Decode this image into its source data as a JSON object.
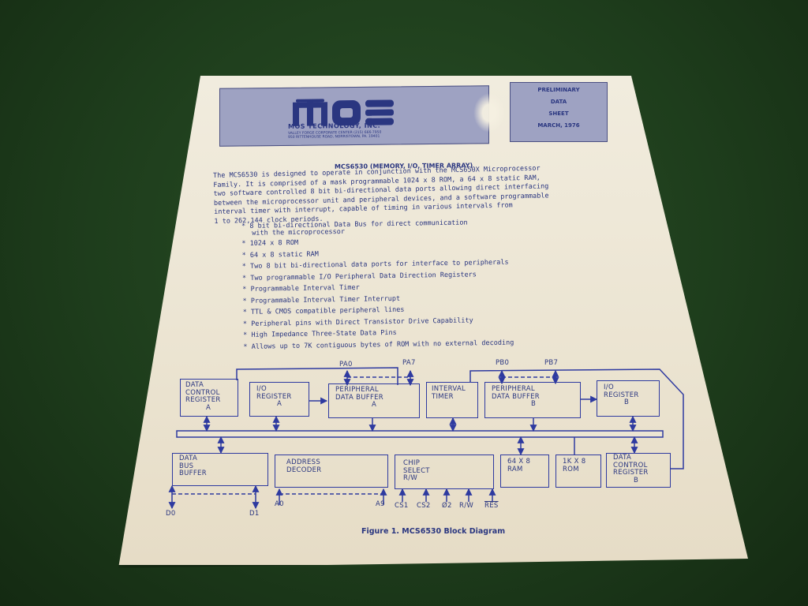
{
  "header": {
    "company": "MOS TECHNOLOGY, INC.",
    "address_lines": [
      "VALLEY FORGE CORPORATE CENTER (215) 666-7950",
      "950 RITTENHOUSE ROAD, NORRISTOWN, PA. 19401"
    ],
    "prelim_lines": [
      "PRELIMINARY",
      "DATA",
      "SHEET",
      "MARCH, 1976"
    ]
  },
  "doc_title": "MCS6530 (MEMORY, I/O, TIMER ARRAY)",
  "intro_lines": [
    "The MCS6530 is designed to operate in conjunction with the MCS650X Microprocessor",
    "Family.  It is comprised of a mask programmable 1024 x 8 ROM, a 64 x 8 static RAM,",
    "two software controlled 8 bit bi-directional data ports allowing direct interfacing",
    "between the microprocessor unit and peripheral devices, and a software programmable",
    "interval timer with interrupt, capable of timing in various intervals from",
    "1 to 262,144 clock periods."
  ],
  "features": [
    "* 8 bit bi-directional Data Bus for direct communication",
    "  with the microprocessor",
    "* 1024 x 8 ROM",
    "* 64 x 8 static RAM",
    "* Two 8 bit bi-directional data ports for interface to peripherals",
    "* Two programmable I/O Peripheral Data Direction Registers",
    "* Programmable Interval Timer",
    "* Programmable Interval Timer Interrupt",
    "* TTL & CMOS compatible peripheral lines",
    "* Peripheral pins with Direct Transistor Drive Capability",
    "* High Impedance Three-State Data Pins",
    "* Allows up to 7K contiguous bytes of ROM with no external decoding"
  ],
  "diagram": {
    "blocks": {
      "dcr_a": [
        "DATA",
        "CONTROL",
        "REGISTER",
        "A"
      ],
      "io_reg_a": [
        "I/O",
        "REGISTER",
        "A"
      ],
      "pdb_a": [
        "PERIPHERAL",
        "DATA   BUFFER",
        "A"
      ],
      "timer": [
        "INTERVAL",
        "TIMER"
      ],
      "pdb_b": [
        "PERIPHERAL",
        "DATA   BUFFER",
        "B"
      ],
      "io_reg_b": [
        "I/O",
        "REGISTER",
        "B"
      ],
      "dbb": [
        "DATA",
        "BUS",
        "BUFFER"
      ],
      "addr_dec": [
        "ADDRESS",
        "DECODER"
      ],
      "chip_sel": [
        "CHIP",
        "SELECT",
        "R/W"
      ],
      "ram": [
        "64 X 8",
        "RAM"
      ],
      "rom": [
        "1K X 8",
        "ROM"
      ],
      "dcr_b": [
        "DATA",
        "CONTROL",
        "REGISTER",
        "B"
      ]
    },
    "pins": {
      "pa0": "PA0",
      "pa7": "PA7",
      "pb0": "PB0",
      "pb7": "PB7",
      "d0": "D0",
      "d1": "D1",
      "a0": "A0",
      "a9": "A9",
      "cs1": "CS1",
      "cs2": "CS2",
      "phi2": "Ø2",
      "rw": "R/W",
      "res": "RES"
    },
    "caption": "Figure 1. MCS6530  Block Diagram"
  },
  "colors": {
    "ink": "#2a3680",
    "header_fill": "#9ea2c2",
    "paper": "#ece5d3",
    "background": "#1e3d1c"
  }
}
